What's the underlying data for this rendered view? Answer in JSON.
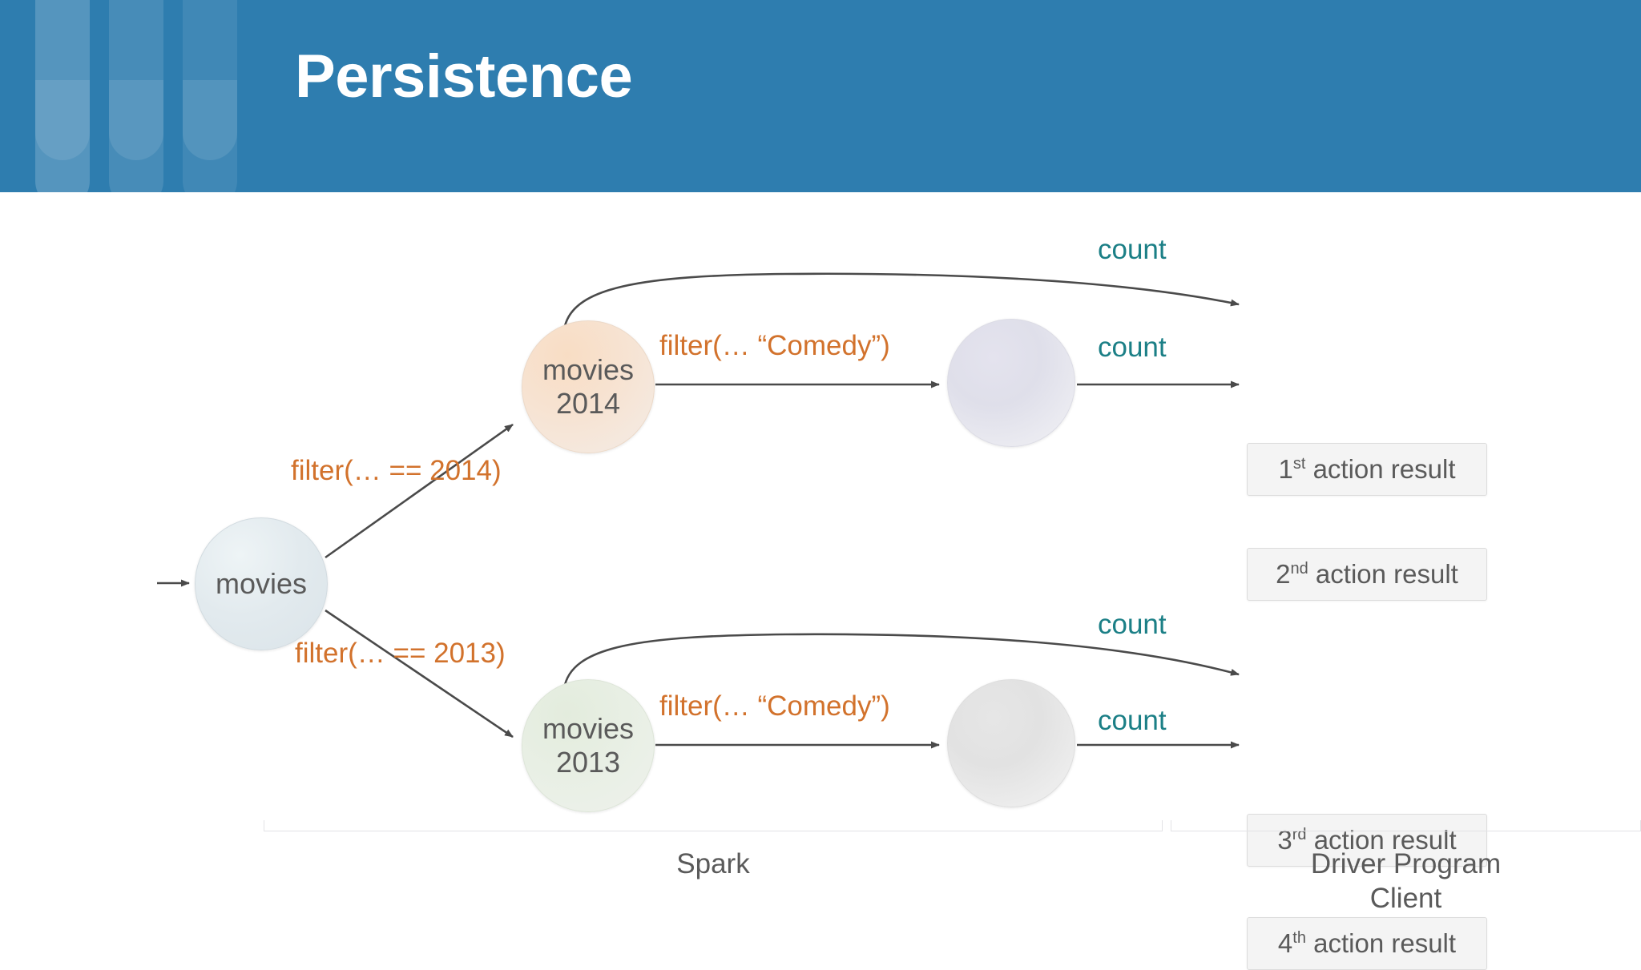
{
  "header": {
    "title": "Persistence",
    "background_color": "#2E7DAF",
    "title_color": "#FFFFFF"
  },
  "colors": {
    "transformation_label": "#D2722C",
    "action_label": "#1B7F86",
    "node_text": "#5A5A5A",
    "arrow": "#4A4A4A"
  },
  "diagram": {
    "nodes": [
      {
        "id": "movies",
        "label_line1": "movies",
        "label_line2": "",
        "fill": "#e2eaee"
      },
      {
        "id": "movies-2014",
        "label_line1": "movies",
        "label_line2": "2014",
        "fill": "#f7e3d2"
      },
      {
        "id": "movies-2013",
        "label_line1": "movies",
        "label_line2": "2013",
        "fill": "#e8efe4"
      },
      {
        "id": "comedy-2014",
        "label_line1": "",
        "label_line2": "",
        "fill": "#dfdfea"
      },
      {
        "id": "comedy-2013",
        "label_line1": "",
        "label_line2": "",
        "fill": "#e2e2e2"
      }
    ],
    "edge_labels": {
      "filter_2014": "filter(… == 2014)",
      "filter_2013": "filter(… == 2013)",
      "filter_comedy_top": "filter(… “Comedy”)",
      "filter_comedy_bottom": "filter(… “Comedy”)",
      "count_1": "count",
      "count_2": "count",
      "count_3": "count",
      "count_4": "count"
    },
    "results": [
      {
        "ordinal": "1",
        "suffix": "st",
        "text": " action result"
      },
      {
        "ordinal": "2",
        "suffix": "nd",
        "text": " action result"
      },
      {
        "ordinal": "3",
        "suffix": "rd",
        "text": " action result"
      },
      {
        "ordinal": "4",
        "suffix": "th",
        "text": " action result"
      }
    ]
  },
  "footer": {
    "spark_label": "Spark",
    "driver_label_line1": "Driver Program",
    "driver_label_line2": "Client"
  }
}
